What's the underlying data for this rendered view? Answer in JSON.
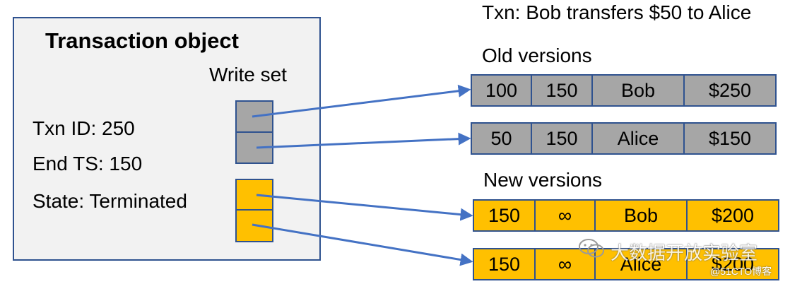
{
  "top_caption": "Txn: Bob transfers $50 to Alice",
  "transaction_object": {
    "title": "Transaction object",
    "write_set_label": "Write set",
    "txn_id": "Txn ID: 250",
    "end_ts": "End TS: 150",
    "state": "State: Terminated"
  },
  "old_versions": {
    "label": "Old versions",
    "rows": [
      [
        "100",
        "150",
        "Bob",
        "$250"
      ],
      [
        "50",
        "150",
        "Alice",
        "$150"
      ]
    ]
  },
  "new_versions": {
    "label": "New versions",
    "rows": [
      [
        "150",
        "∞",
        "Bob",
        "$200"
      ],
      [
        "150",
        "∞",
        "Alice",
        "$200"
      ]
    ]
  },
  "watermark": {
    "top": "大数据开放实验室",
    "bottom": "@51CTO博客"
  },
  "colors": {
    "old_fill": "#a6a6a6",
    "new_fill": "#ffc000",
    "border": "#2f528f",
    "arrow": "#4472c4",
    "panel_fill": "#f2f2f2"
  }
}
